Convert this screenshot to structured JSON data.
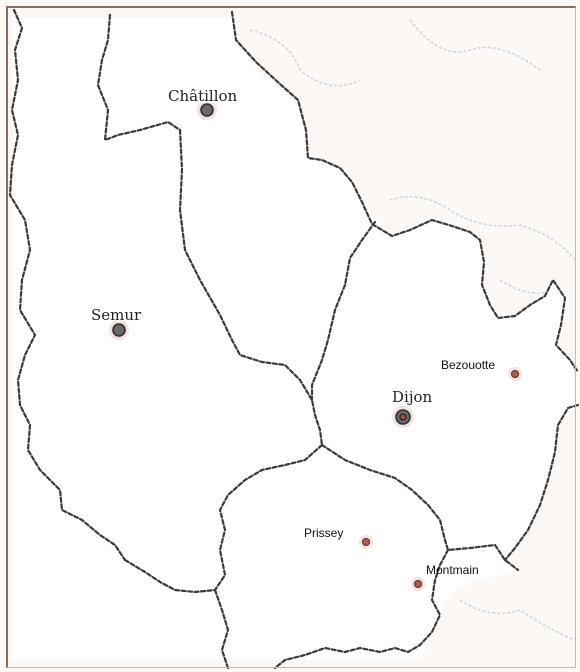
{
  "map": {
    "colors": {
      "background": "#fbf8f6",
      "land": "#ffffff",
      "border": "#3a3a3a",
      "water": "#cfd7dc",
      "village_marker": "#b55a4a"
    },
    "places": {
      "chatillon": {
        "label": "Châtillon",
        "kind": "capital"
      },
      "semur": {
        "label": "Semur",
        "kind": "capital"
      },
      "dijon": {
        "label": "Dijon",
        "kind": "capital"
      },
      "bezouotte": {
        "label": "Bezouotte",
        "kind": "village"
      },
      "prissey": {
        "label": "Prissey",
        "kind": "village"
      },
      "montmain": {
        "label": "Montmain",
        "kind": "village"
      }
    }
  }
}
